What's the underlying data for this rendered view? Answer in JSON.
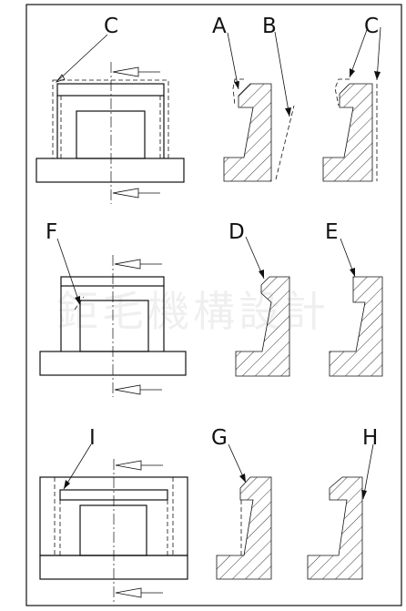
{
  "watermark": "鉅毛機構設計",
  "labels": {
    "row1_front": "C",
    "row1_sec_a": "A",
    "row1_sec_b": "B",
    "row1_sec_c": "C",
    "row2_front": "F",
    "row2_sec_d": "D",
    "row2_sec_e": "E",
    "row3_front": "I",
    "row3_sec_g": "G",
    "row3_sec_h": "H"
  }
}
